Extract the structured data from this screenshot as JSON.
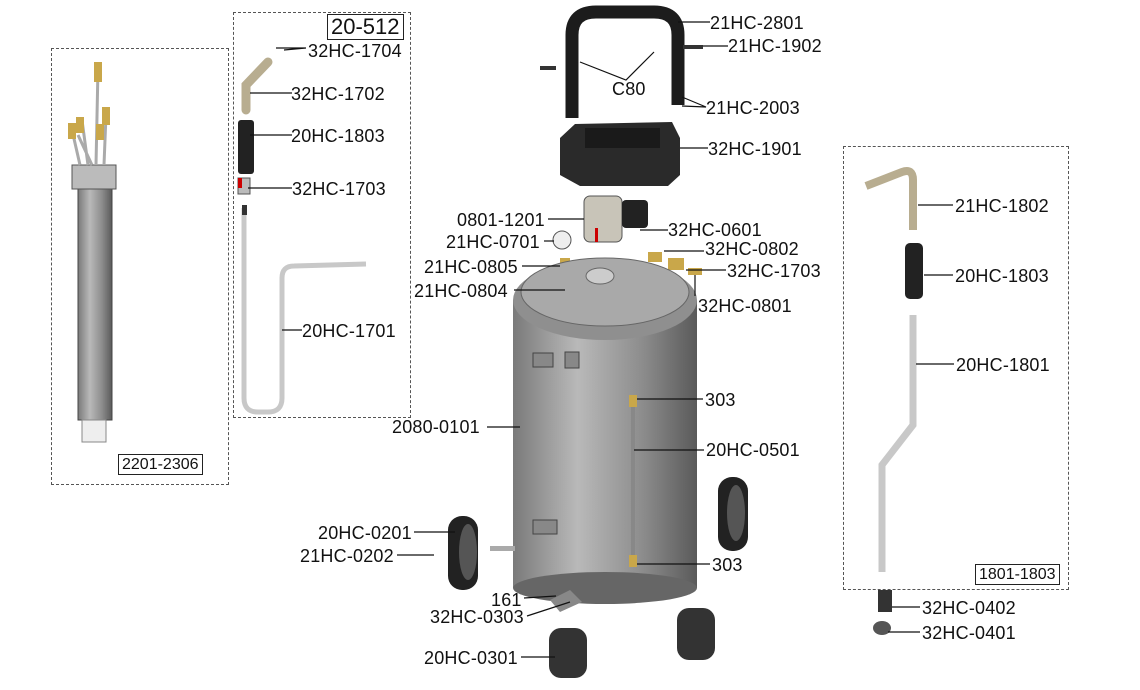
{
  "diagram_title": "20-512",
  "groups": {
    "left_kit": "2201-2306",
    "right_kit": "1801-1803"
  },
  "labels": {
    "p32hc1704": "32HC-1704",
    "p32hc1702": "32HC-1702",
    "p20hc1803a": "20HC-1803",
    "p32hc1703a": "32HC-1703",
    "p20hc1701": "20HC-1701",
    "p21hc2801": "21HC-2801",
    "p21hc1902": "21HC-1902",
    "c80": "C80",
    "p21hc2003": "21HC-2003",
    "p32hc1901": "32HC-1901",
    "p08011201": "0801-1201",
    "p21hc0701": "21HC-0701",
    "p32hc0601": "32HC-0601",
    "p32hc0802": "32HC-0802",
    "p21hc0805": "21HC-0805",
    "p32hc1703b": "32HC-1703",
    "p21hc0804": "21HC-0804",
    "p32hc0801": "32HC-0801",
    "p303a": "303",
    "p20800101": "2080-0101",
    "p20hc0501": "20HC-0501",
    "p20hc0201": "20HC-0201",
    "p21hc0202": "21HC-0202",
    "p303b": "303",
    "p161": "161",
    "p32hc0303": "32HC-0303",
    "p20hc0301": "20HC-0301",
    "p21hc1802": "21HC-1802",
    "p20hc1803b": "20HC-1803",
    "p20hc1801": "20HC-1801",
    "p32hc0402": "32HC-0402",
    "p32hc0401": "32HC-0401"
  }
}
